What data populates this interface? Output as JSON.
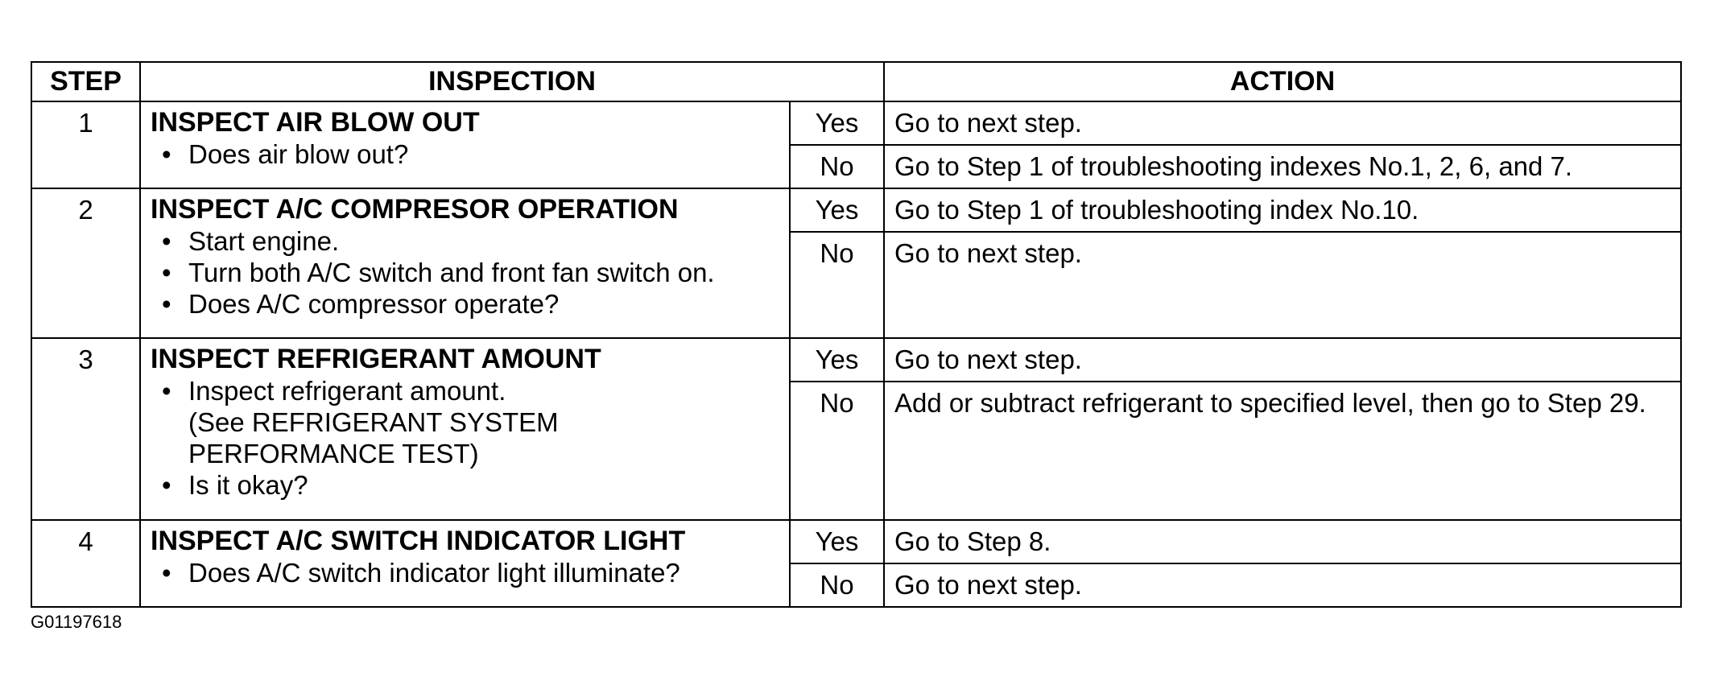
{
  "headers": {
    "step": "STEP",
    "inspection": "INSPECTION",
    "action": "ACTION"
  },
  "steps": [
    {
      "number": "1",
      "title": "INSPECT AIR BLOW OUT",
      "bullets": [
        "Does air blow out?"
      ],
      "yes_label": "Yes",
      "yes_action": "Go to next step.",
      "no_label": "No",
      "no_action": "Go to Step 1 of troubleshooting indexes No.1, 2, 6, and 7."
    },
    {
      "number": "2",
      "title": "INSPECT A/C COMPRESOR OPERATION",
      "bullets": [
        "Start engine.",
        "Turn both A/C switch and front fan switch on.",
        "Does A/C compressor operate?"
      ],
      "yes_label": "Yes",
      "yes_action": "Go to Step 1 of troubleshooting index No.10.",
      "no_label": "No",
      "no_action": "Go to next step."
    },
    {
      "number": "3",
      "title": "INSPECT REFRIGERANT AMOUNT",
      "bullets": [
        "Inspect refrigerant amount.",
        "(See REFRIGERANT SYSTEM",
        "PERFORMANCE TEST)",
        "Is it okay?"
      ],
      "yes_label": "Yes",
      "yes_action": "Go to next step.",
      "no_label": "No",
      "no_action": "Add or subtract refrigerant to specified level, then go to Step 29."
    },
    {
      "number": "4",
      "title": "INSPECT A/C SWITCH INDICATOR LIGHT",
      "bullets": [
        "Does A/C switch indicator light illuminate?"
      ],
      "yes_label": "Yes",
      "yes_action": "Go to Step 8.",
      "no_label": "No",
      "no_action": "Go to next step."
    }
  ],
  "figure_id": "G01197618"
}
